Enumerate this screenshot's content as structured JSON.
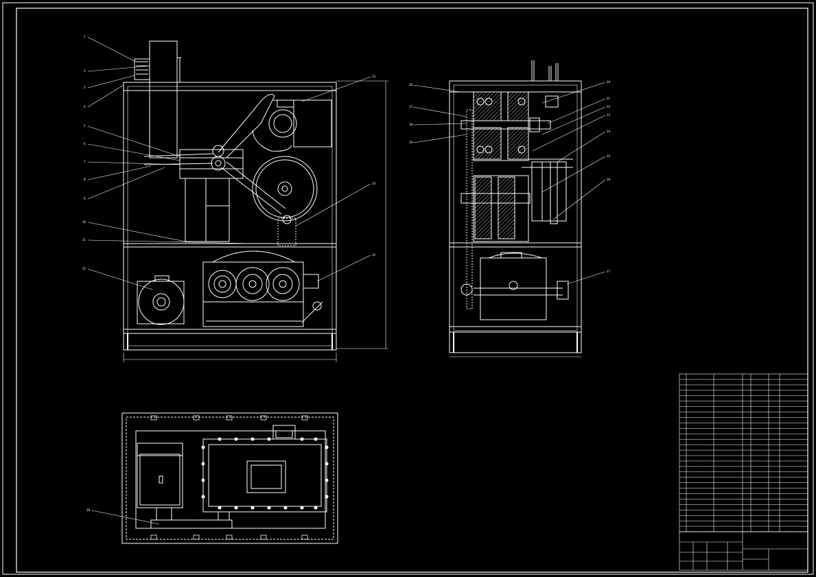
{
  "drawing": {
    "colors": {
      "background": "#000000",
      "line": "#ffffff",
      "hidden": "#bbbbbb"
    }
  },
  "views": {
    "front": {
      "balloons": [
        "1",
        "2",
        "3",
        "4",
        "5",
        "6",
        "7",
        "8",
        "9",
        "10",
        "11",
        "12",
        "13",
        "14",
        "15"
      ]
    },
    "side": {
      "balloons": [
        "16",
        "17",
        "18",
        "19",
        "20",
        "21",
        "22",
        "23",
        "24",
        "25",
        "26",
        "27"
      ]
    },
    "plan": {
      "balloons": [
        "28"
      ]
    }
  },
  "title_block": {
    "title": "",
    "drawing_no": "",
    "scale": ""
  }
}
